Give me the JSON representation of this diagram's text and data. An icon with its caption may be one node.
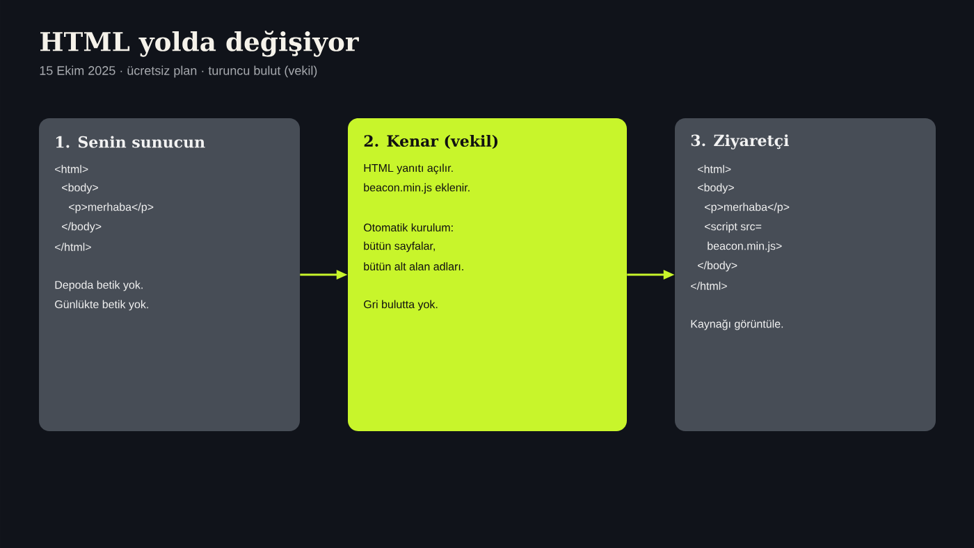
{
  "diagram": {
    "title": "HTML yolda değişiyor",
    "nodes": [
      {
        "text": [
          "1. Senin sunucun",
          "<html>",
          "<body>",
          "<p>merhaba</p>",
          "</body>",
          "</html>",
          "Depoda betik yok.",
          "Günlükte betik yok."
        ]
      },
      {
        "text": [
          "2. Kenar (vekil)",
          "HTML yanıtı açılır.",
          "beacon.min.js eklenir.",
          "Otomatik kurulum:",
          "bütün sayfalar,",
          "bütün alt alan adları.",
          "Gri bulutta yok."
        ]
      },
      {
        "text": [
          "3. Ziyaretçi",
          "<html>",
          "<body>",
          "<p>merhaba</p>",
          "<script src=",
          "beacon.min.js>",
          "</body>",
          "</html>",
          "Kaynağı görüntüle."
        ]
      }
    ],
    "edges": [
      {
        "from": 0,
        "to": 1,
        "arrow": "to"
      },
      {
        "from": 1,
        "to": 2,
        "arrow": "to"
      }
    ],
    "labels": [
      "15 Ekim 2025 · ücretsiz plan · turuncu bulut (vekil)"
    ]
  }
}
